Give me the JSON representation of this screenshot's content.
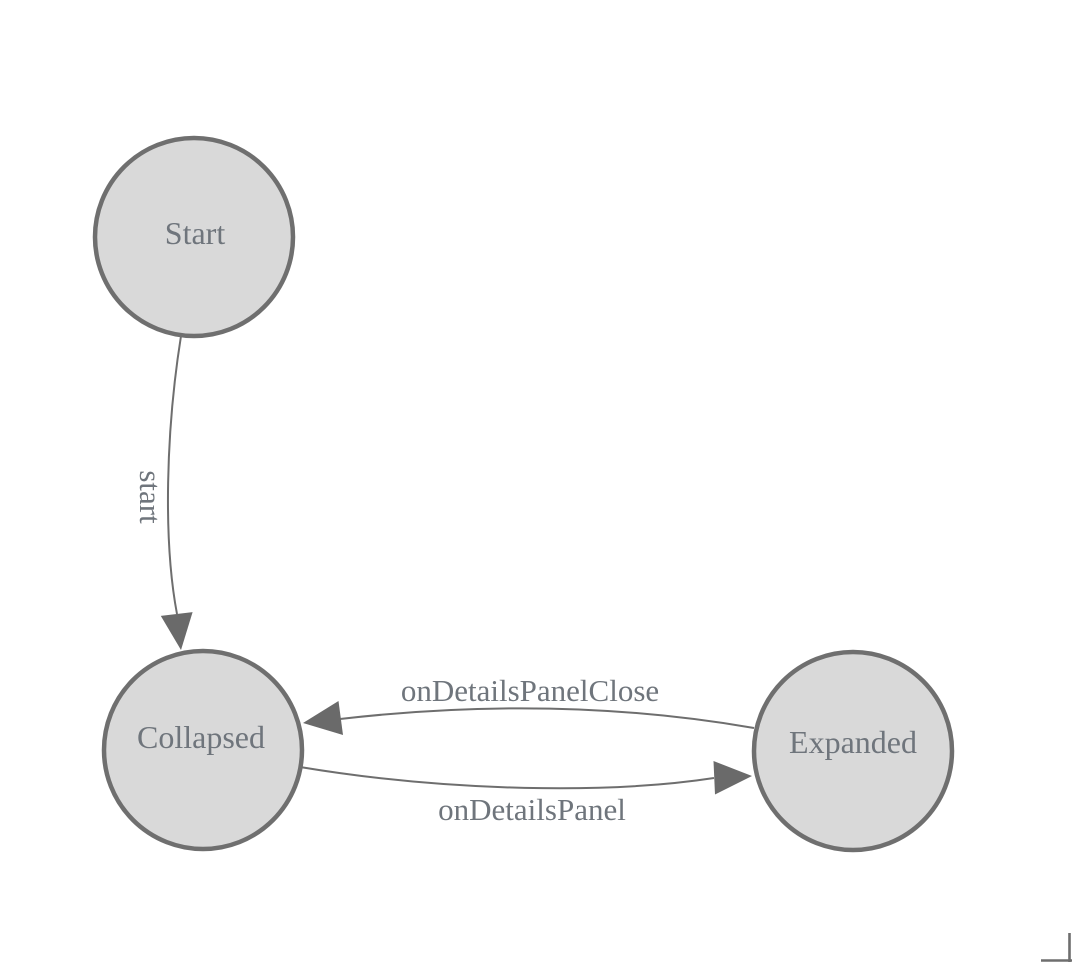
{
  "diagram": {
    "type": "state-machine",
    "nodes": [
      {
        "id": "start",
        "label": "Start"
      },
      {
        "id": "collapsed",
        "label": "Collapsed"
      },
      {
        "id": "expanded",
        "label": "Expanded"
      }
    ],
    "edges": [
      {
        "from": "Start",
        "to": "Collapsed",
        "label": "start"
      },
      {
        "from": "Expanded",
        "to": "Collapsed",
        "label": "onDetailsPanelClose"
      },
      {
        "from": "Collapsed",
        "to": "Expanded",
        "label": "onDetailsPanel"
      }
    ],
    "colors": {
      "background": "#ffffff",
      "node_fill": "#d9d9d9",
      "node_stroke": "#6f6f6f",
      "edge_stroke": "#6e6e6e",
      "arrowhead_fill": "#6a6a6a",
      "text": "#6f757c"
    }
  },
  "icons": {
    "corner_handle": "resize-corner"
  }
}
